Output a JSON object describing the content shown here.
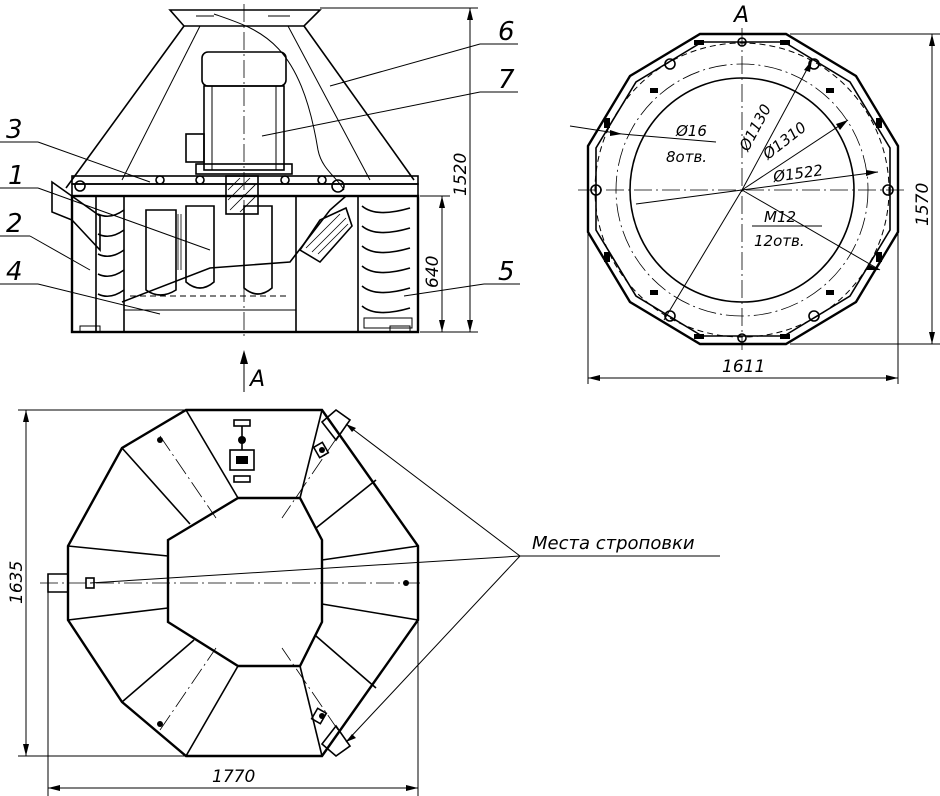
{
  "labels": {
    "part1": "1",
    "part2": "2",
    "part3": "3",
    "part4": "4",
    "part5": "5",
    "part6": "6",
    "part7": "7"
  },
  "view_marker": "А",
  "dimensions": {
    "height_total": "1520",
    "height_base": "640",
    "width_top_view": "1611",
    "height_top_view": "1570",
    "width_bottom_view": "1770",
    "height_bottom_view": "1635",
    "holes_diameter": "Ø16",
    "holes_count": "8отв.",
    "bolt_thread": "M12",
    "bolt_count": "12отв.",
    "circle_1130": "Ø1130",
    "circle_1310": "Ø1310",
    "circle_1522": "Ø1522"
  },
  "notes": {
    "lifting_points": "Места строповки"
  }
}
